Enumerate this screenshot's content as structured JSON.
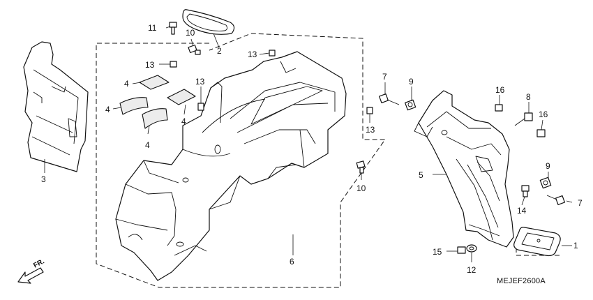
{
  "diagram": {
    "code": "MEJEF2600A",
    "direction_label": "FR.",
    "callouts": [
      "1",
      "2",
      "3",
      "4",
      "4",
      "4",
      "4",
      "5",
      "6",
      "7",
      "7",
      "8",
      "9",
      "9",
      "10",
      "10",
      "11",
      "12",
      "13",
      "13",
      "13",
      "13",
      "14",
      "15",
      "16",
      "16"
    ]
  }
}
